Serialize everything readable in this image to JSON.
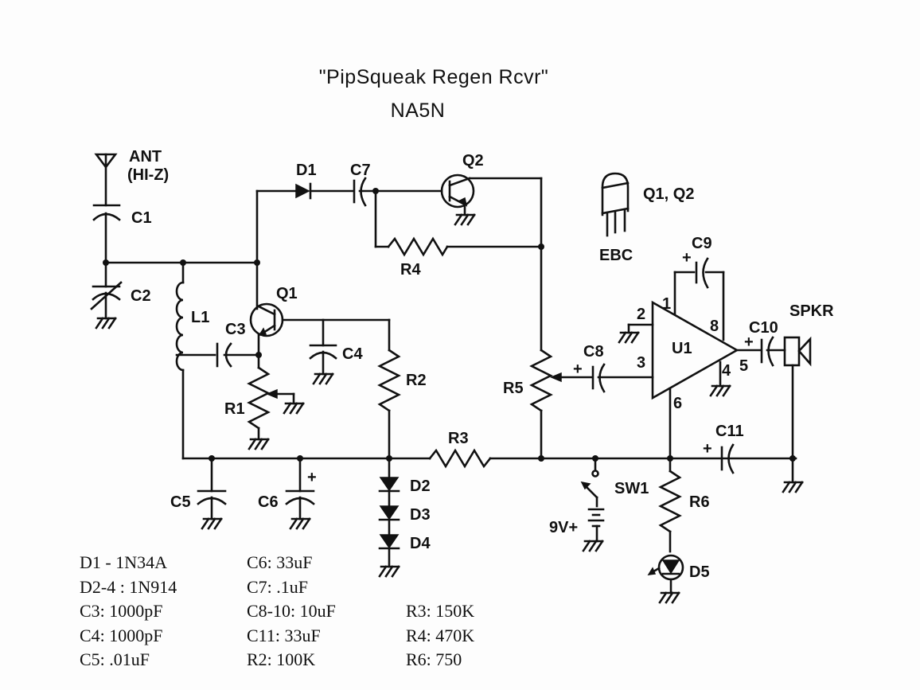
{
  "title": "\"PipSqueak Regen Rcvr\"",
  "author": "NA5N",
  "labels": {
    "ant": "ANT",
    "ant_note": "(HI-Z)",
    "c1": "C1",
    "c2": "C2",
    "c3": "C3",
    "c4": "C4",
    "c5": "C5",
    "c6": "C6",
    "c7": "C7",
    "c8": "C8",
    "c9": "C9",
    "c10": "C10",
    "c11": "C11",
    "l1": "L1",
    "q1": "Q1",
    "q2": "Q2",
    "q_pkg": "Q1, Q2",
    "pinout": "EBC",
    "d1": "D1",
    "d2": "D2",
    "d3": "D3",
    "d4": "D4",
    "d5": "D5",
    "r1": "R1",
    "r2": "R2",
    "r3": "R3",
    "r4": "R4",
    "r5": "R5",
    "r6": "R6",
    "u1": "U1",
    "spkr": "SPKR",
    "sw1": "SW1",
    "battery": "9V+",
    "pin1": "1",
    "pin2": "2",
    "pin3": "3",
    "pin4": "4",
    "pin5": "5",
    "pin6": "6",
    "pin8": "8",
    "plus": "+"
  },
  "parts_list": {
    "col1": [
      "D1 - 1N34A",
      "D2-4 : 1N914",
      "C3: 1000pF",
      "C4: 1000pF",
      "C5: .01uF"
    ],
    "col2": [
      "C6: 33uF",
      "C7: .1uF",
      "C8-10: 10uF",
      "C11: 33uF",
      "R2: 100K"
    ],
    "col3": [
      "R3: 150K",
      "R4: 470K",
      "R6: 750"
    ]
  }
}
